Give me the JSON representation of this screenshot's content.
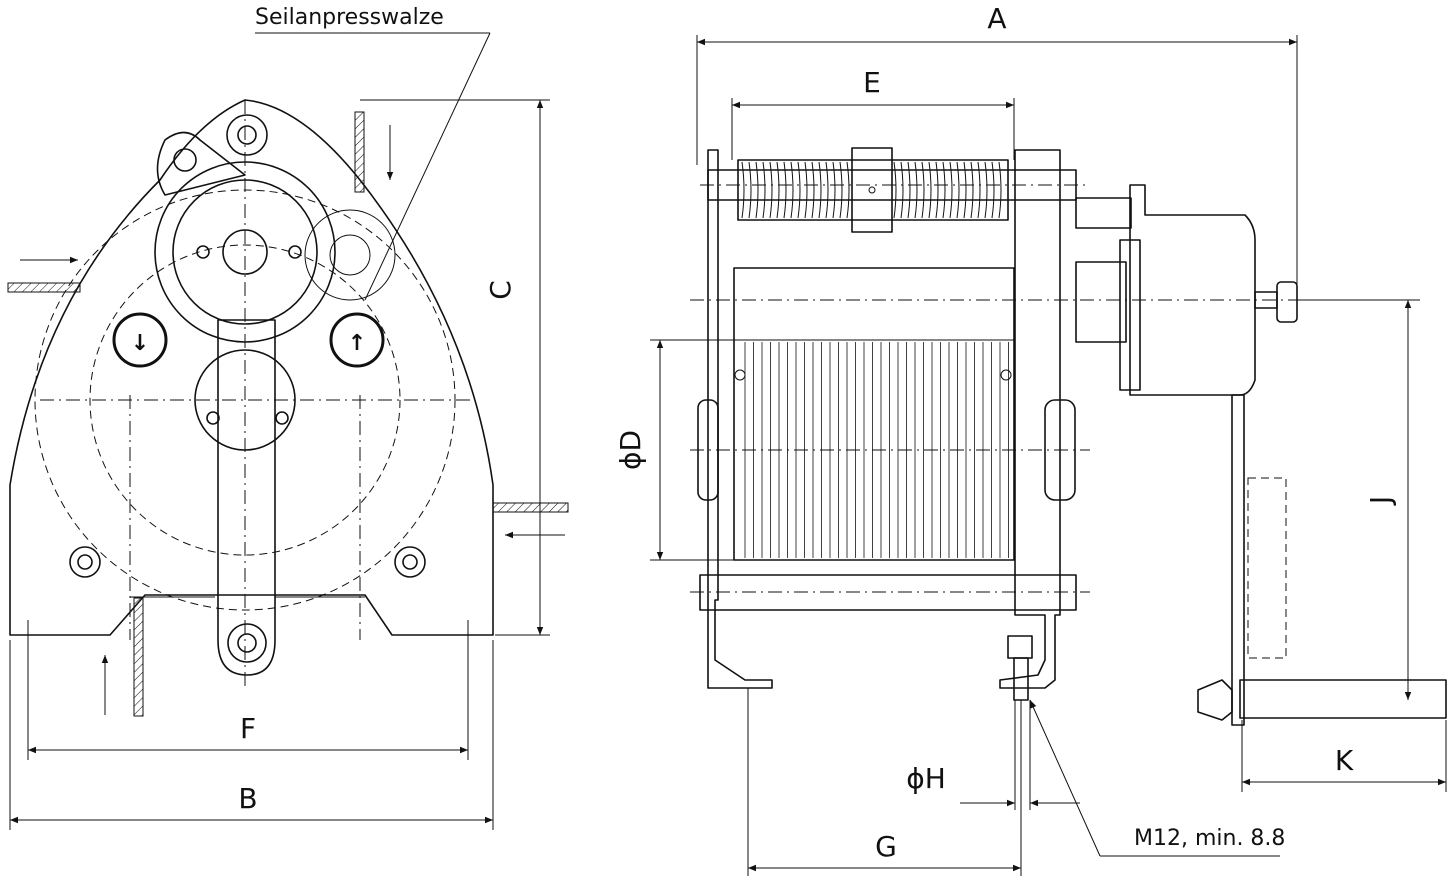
{
  "labels": {
    "callout": "Seilanpresswalze",
    "dim_a": "A",
    "dim_b": "B",
    "dim_c": "C",
    "dim_d": "ϕD",
    "dim_e": "E",
    "dim_f": "F",
    "dim_g": "G",
    "dim_h": "ϕH",
    "dim_j": "J",
    "dim_k": "K",
    "bolt_spec": "M12, min. 8.8"
  }
}
